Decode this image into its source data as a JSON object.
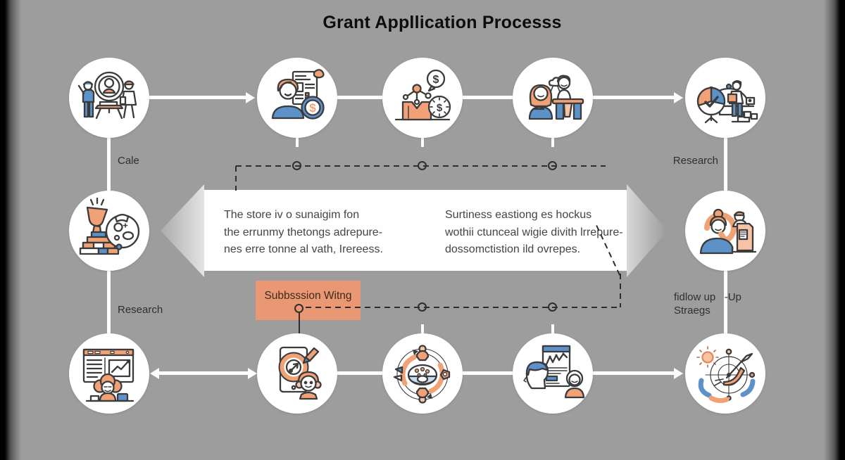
{
  "title": "Grant Appllication Processs",
  "labels": {
    "top_left": "Cale",
    "top_right": "Research",
    "mid_left": "Research",
    "submission": "Subbsssion Witng",
    "follow_up": "fidlow up   -Up\nStraegs"
  },
  "banner": {
    "left_text": "The store iv o sunaigim fon\nthe errunmy thetongs adrepure-\nnes erre tonne al vath, Irereess.",
    "right_text": "Surtiness eastiong es hockus\nwothii ctunceal wigie divith lrrepure-\ndossomctistion ild ovrepes."
  },
  "icons": {
    "top_row": [
      "team-presentation-icon",
      "applicant-form-money-icon",
      "budget-timeline-icon",
      "meeting-discussion-icon",
      "data-research-icon"
    ],
    "middle_row": [
      "award-trophy-globe-icon",
      "application-review-search-icon"
    ],
    "bottom_row": [
      "workstation-analysis-icon",
      "target-app-icon",
      "process-cycle-eye-icon",
      "report-review-icon",
      "strategy-compass-icon"
    ]
  },
  "colors": {
    "background": "#9d9d9d",
    "tag_background": "#ea9873",
    "dashed_line": "#2e2e2e",
    "connector_white": "#fdfdfd",
    "icon_orange": "#f1a176",
    "icon_blue": "#5d92c9"
  }
}
